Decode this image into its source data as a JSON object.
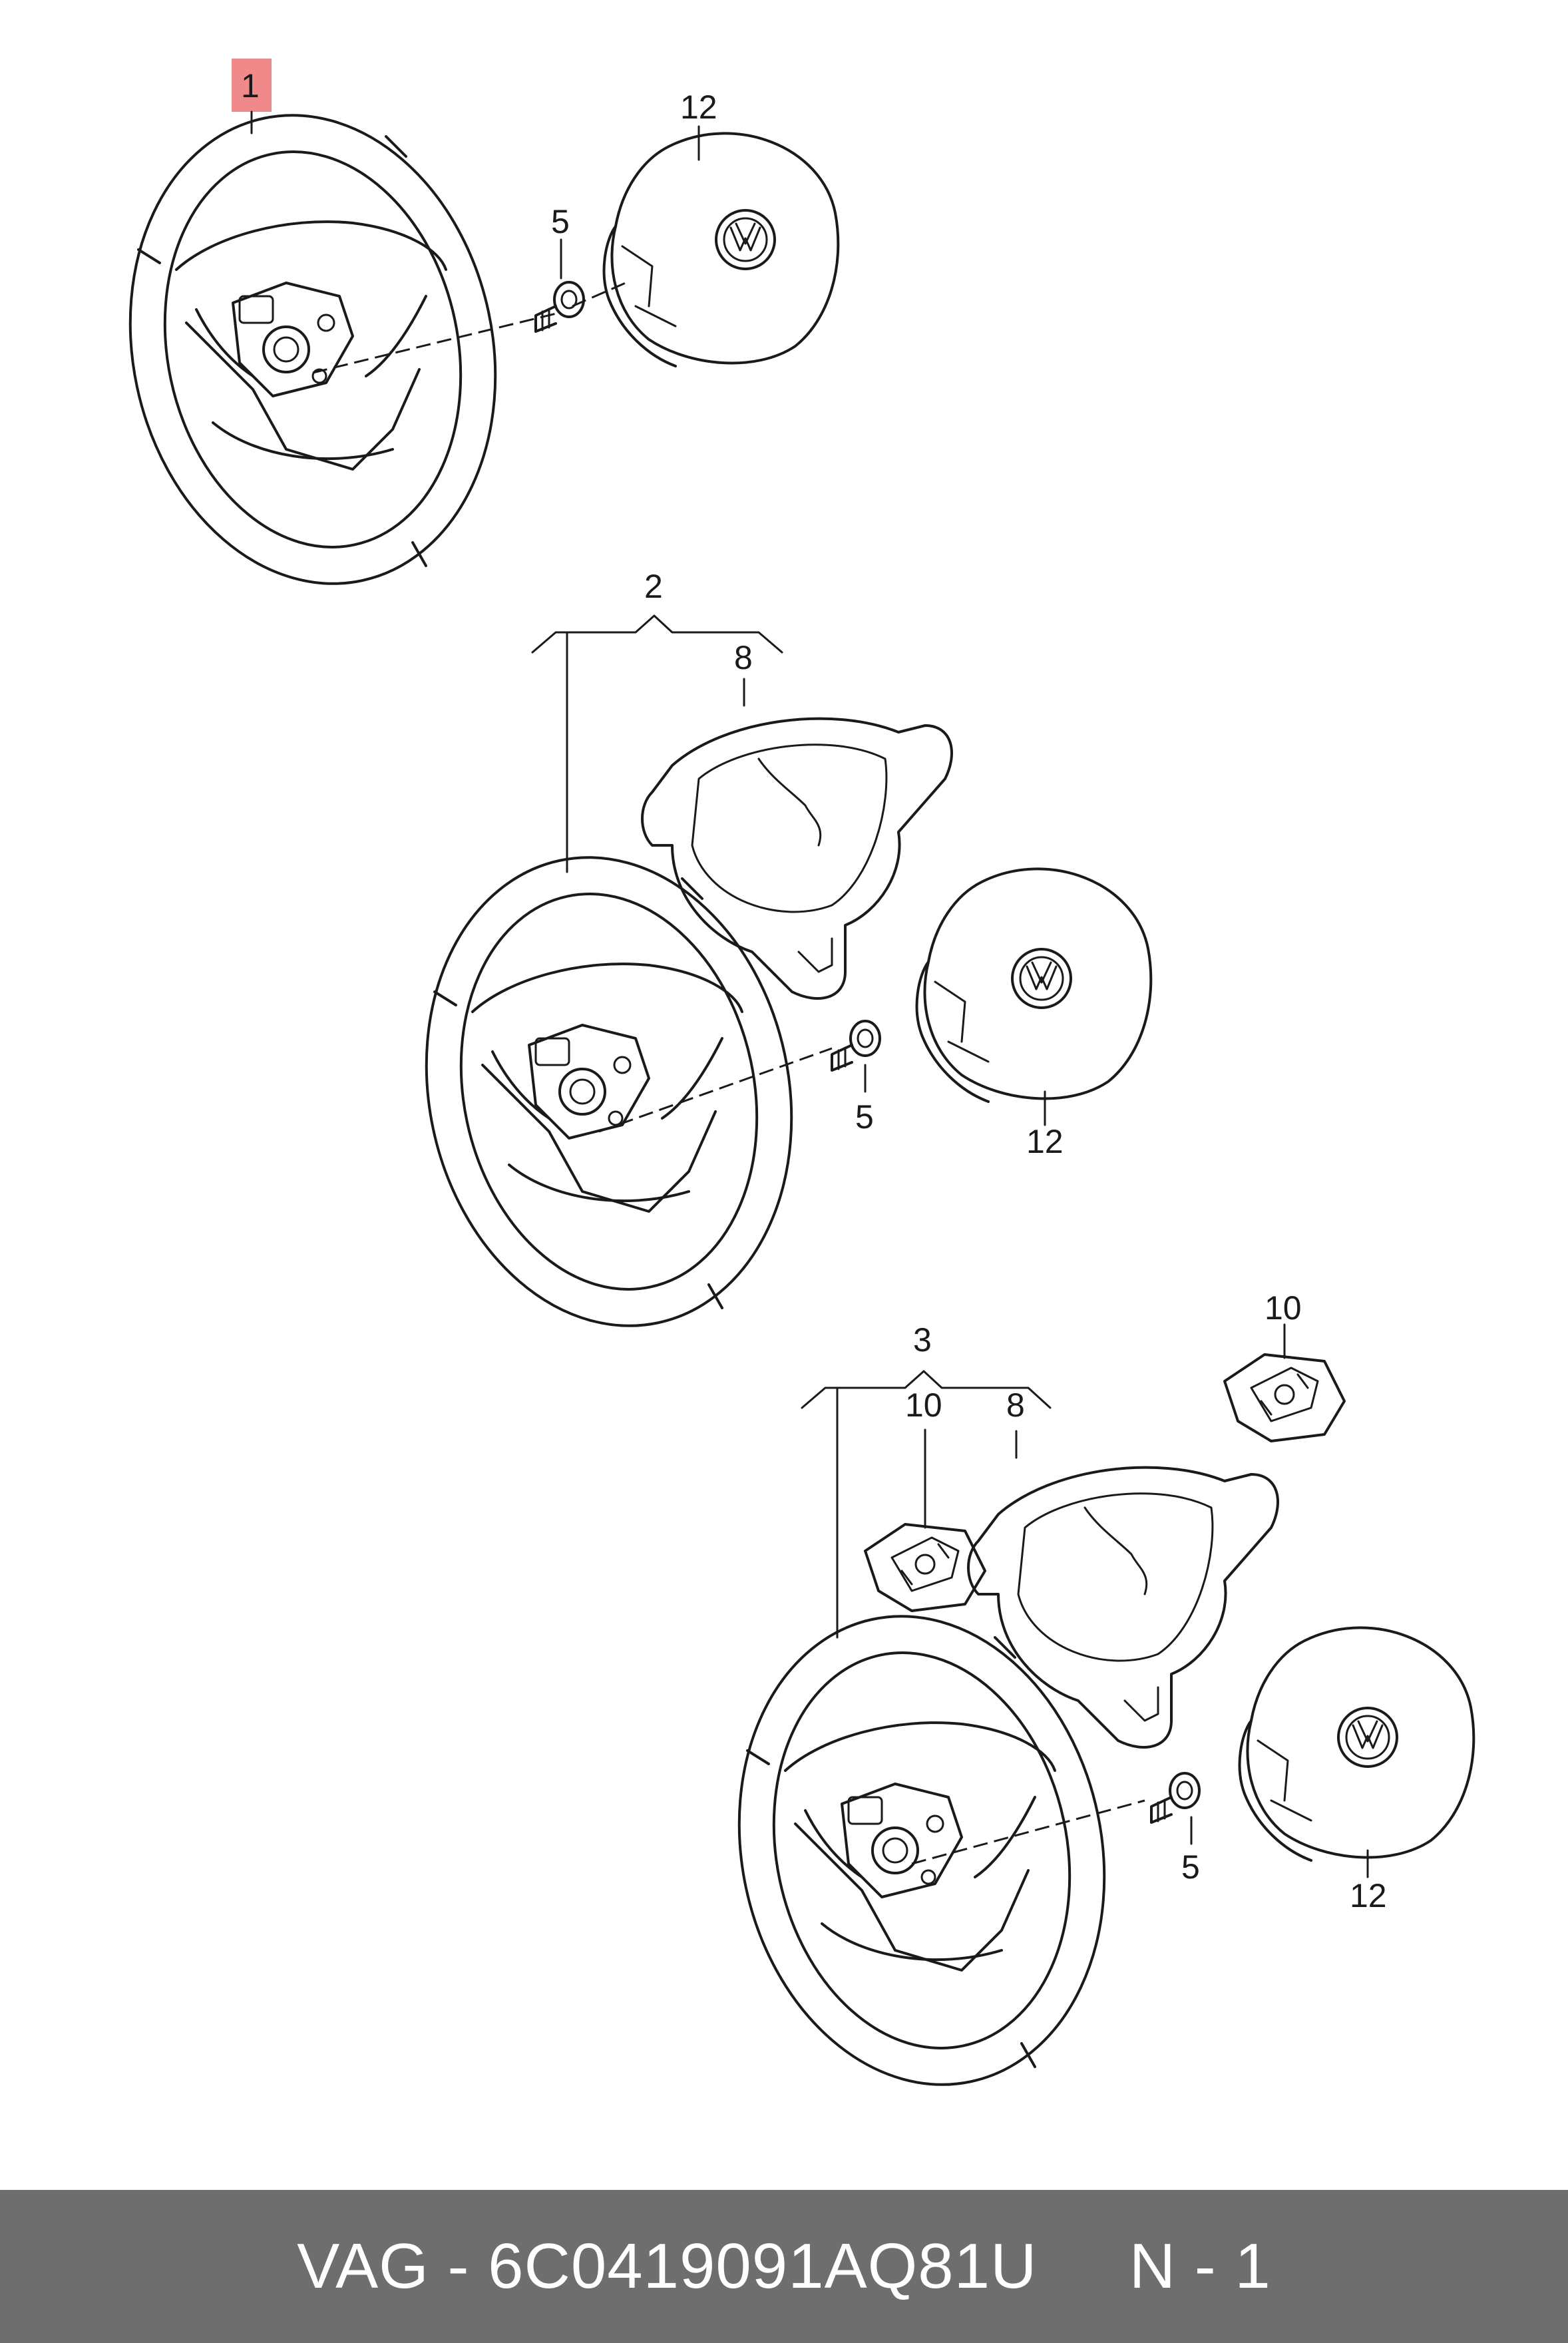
{
  "callouts": {
    "wheel_1": "1",
    "airbag_top": "12",
    "screw_top": "5",
    "wheel_2": "2",
    "trim_mid": "8",
    "screw_mid": "5",
    "airbag_mid": "12",
    "wheel_3": "3",
    "switch_left": "10",
    "trim_bottom": "8",
    "switch_right": "10",
    "screw_bottom": "5",
    "airbag_bottom": "12"
  },
  "colors": {
    "highlight": "#f08a8a",
    "footer_bg": "#6e6e6e",
    "footer_text": "#ffffff"
  },
  "icons": [
    "vw-logo-icon"
  ],
  "footer": {
    "brand": "VAG",
    "separator": " - ",
    "part_number": "6C0419091AQ81U",
    "gap": "     ",
    "page": "N - 1"
  }
}
